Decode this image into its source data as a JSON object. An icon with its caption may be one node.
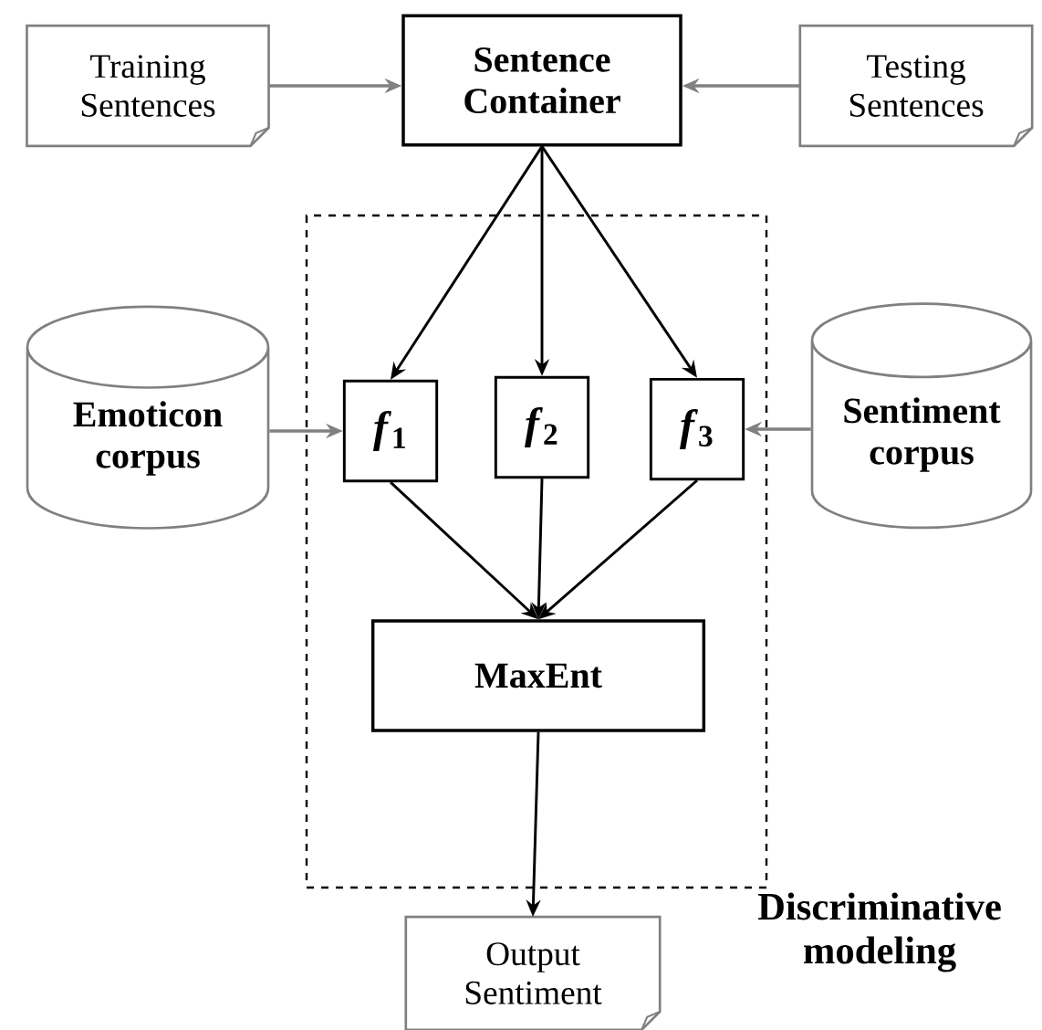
{
  "diagram": {
    "nodes": [
      {
        "text": [
          "Training Sentences"
        ]
      },
      {
        "text": [
          "Sentence Container"
        ]
      },
      {
        "text": [
          "Testing Sentences"
        ]
      },
      {
        "text": [
          "Discriminative modeling"
        ]
      },
      {
        "text": [
          "Emoticon corpus"
        ]
      },
      {
        "text": [
          "*f*$_{1}$"
        ],
        "in": 3
      },
      {
        "text": [
          "*f*$_{2}$"
        ],
        "in": 3
      },
      {
        "text": [
          "*f*$_{3}$"
        ],
        "in": 3
      },
      {
        "text": [
          "Sentiment corpus"
        ]
      },
      {
        "text": [
          "MaxEnt"
        ],
        "in": 3
      },
      {
        "text": [
          "Output Sentiment"
        ]
      }
    ],
    "edges": [
      {
        "from": 0,
        "to": 1,
        "arrow": "to",
        "color": "#808080"
      },
      {
        "from": 2,
        "to": 1,
        "arrow": "to",
        "color": "#808080"
      },
      {
        "from": 1,
        "to": 5,
        "arrow": "to"
      },
      {
        "from": 1,
        "to": 6,
        "arrow": "to"
      },
      {
        "from": 1,
        "to": 7,
        "arrow": "to"
      },
      {
        "from": 4,
        "to": 5,
        "arrow": "to",
        "color": "#808080"
      },
      {
        "from": 8,
        "to": 7,
        "arrow": "to",
        "color": "#808080"
      },
      {
        "from": 5,
        "to": 9,
        "arrow": "to"
      },
      {
        "from": 6,
        "to": 9,
        "arrow": "to"
      },
      {
        "from": 7,
        "to": 9,
        "arrow": "to"
      },
      {
        "from": 9,
        "to": 10,
        "arrow": "to"
      }
    ]
  }
}
